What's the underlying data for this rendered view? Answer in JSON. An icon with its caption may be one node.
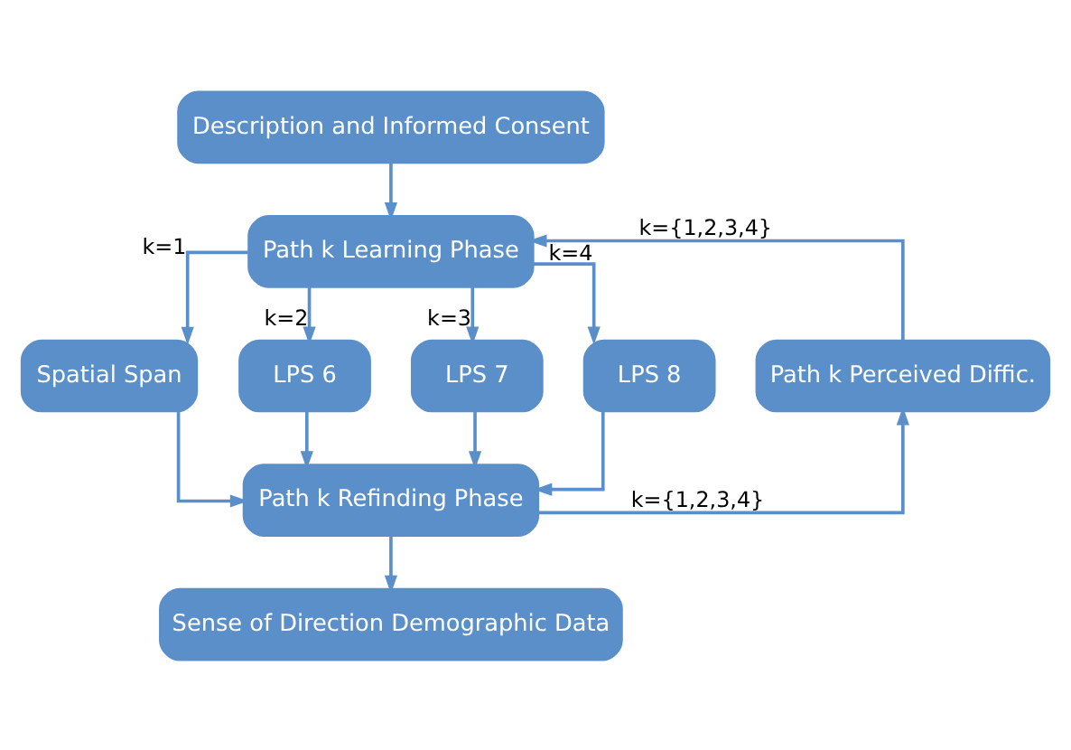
{
  "diagram": {
    "nodes": [
      {
        "text": [
          "Description and Informed Consent"
        ]
      },
      {
        "text": [
          "Path k Learning Phase"
        ]
      },
      {
        "text": [
          "Spatial Span"
        ]
      },
      {
        "text": [
          "LPS 6"
        ]
      },
      {
        "text": [
          "LPS 7"
        ]
      },
      {
        "text": [
          "LPS 8"
        ]
      },
      {
        "text": [
          "Path k Perceived Diffic."
        ]
      },
      {
        "text": [
          "Path k Refinding Phase"
        ]
      },
      {
        "text": [
          "Sense of Direction Demographic Data"
        ]
      }
    ],
    "edges": [
      {
        "from": 0,
        "to": 1,
        "arrow": "to"
      },
      {
        "from": 1,
        "to": 2,
        "arrow": "to",
        "label": "k=1"
      },
      {
        "from": 1,
        "to": 3,
        "arrow": "to",
        "label": "k=2"
      },
      {
        "from": 1,
        "to": 4,
        "arrow": "to",
        "label": "k=3"
      },
      {
        "from": 1,
        "to": 5,
        "arrow": "to",
        "label": "k=4"
      },
      {
        "from": 2,
        "to": 7,
        "arrow": "to"
      },
      {
        "from": 3,
        "to": 7,
        "arrow": "to"
      },
      {
        "from": 4,
        "to": 7,
        "arrow": "to"
      },
      {
        "from": 5,
        "to": 7,
        "arrow": "to"
      },
      {
        "from": 7,
        "to": 6,
        "arrow": "to",
        "label": "k={1,2,3,4}"
      },
      {
        "from": 6,
        "to": 1,
        "arrow": "to",
        "label": "k={1,2,3,4}"
      },
      {
        "from": 7,
        "to": 8,
        "arrow": "to"
      }
    ]
  }
}
